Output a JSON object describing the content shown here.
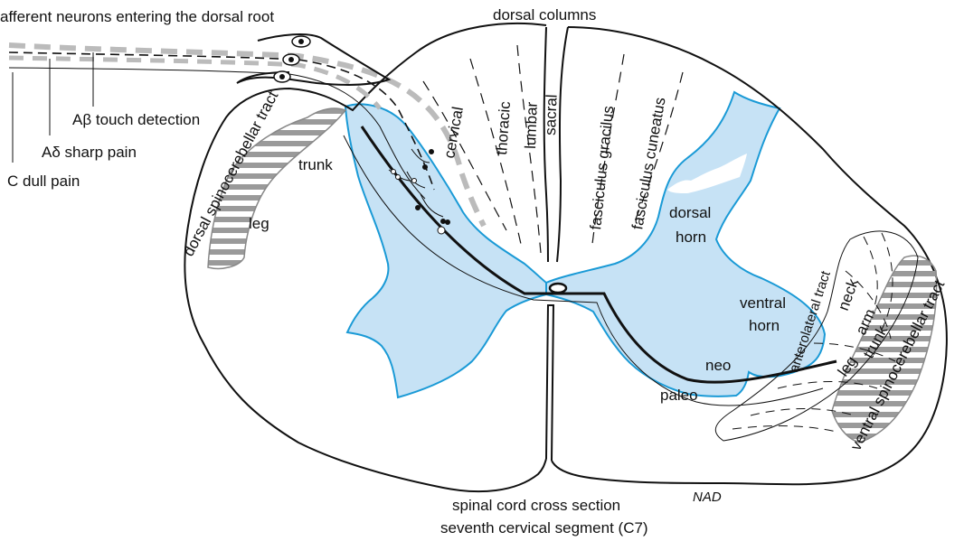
{
  "colors": {
    "gray_matter": "#c6e2f5",
    "gray_matter_edge": "#1a9ad6",
    "outline": "#111111",
    "hatch": "#9a9a9a"
  },
  "labels": {
    "afferent": "afferent neurons entering the dorsal root",
    "dorsal_columns": "dorsal columns",
    "a_beta": "Aβ touch detection",
    "a_delta": "Aδ sharp pain",
    "c_fiber": "C  dull pain",
    "dorsal_spinocerebellar": "dorsal spinocerebellar tract",
    "trunk_left": "trunk",
    "leg_left": "leg",
    "cervical": "cervical",
    "thoracic": "thoracic",
    "lumbar": "lumbar",
    "sacral": "sacral",
    "fasciculus_gracilus": "fasciculus gracilus",
    "fasciculus_cuneatus": "fasciculus cuneatus",
    "dorsal_horn_1": "dorsal",
    "dorsal_horn_2": "horn",
    "ventral_horn_1": "ventral",
    "ventral_horn_2": "horn",
    "anterolateral": "anterolateral tract",
    "neck": "neck",
    "arm": "arm",
    "trunk_right": "trunk",
    "leg_right": "leg",
    "ventral_spinocerebellar": "ventral spinocerebellar tract",
    "neo": "neo",
    "paleo": "paleo",
    "caption_1": "spinal cord cross section",
    "caption_2": "seventh cervical segment (C7)",
    "signature": "NAD"
  }
}
